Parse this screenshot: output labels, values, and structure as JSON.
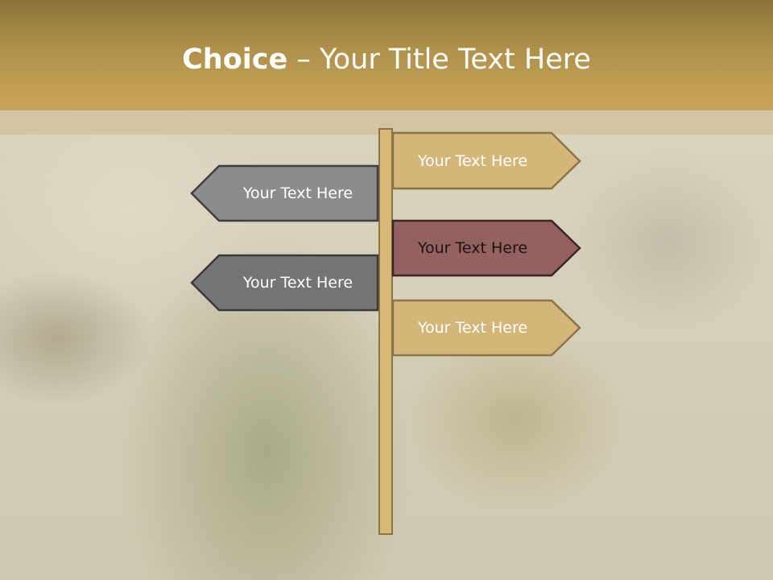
{
  "title": {
    "bold": "Choice",
    "rest": " – Your Title Text Here"
  },
  "signs": [
    {
      "label": "Your Text Here",
      "direction": "right",
      "color": "#d5b67a"
    },
    {
      "label": "Your Text Here",
      "direction": "left",
      "color": "#8c8c8c"
    },
    {
      "label": "Your Text Here",
      "direction": "right",
      "color": "#946161"
    },
    {
      "label": "Your Text Here",
      "direction": "left",
      "color": "#757575"
    },
    {
      "label": "Your Text Here",
      "direction": "right",
      "color": "#d5b67a"
    }
  ]
}
